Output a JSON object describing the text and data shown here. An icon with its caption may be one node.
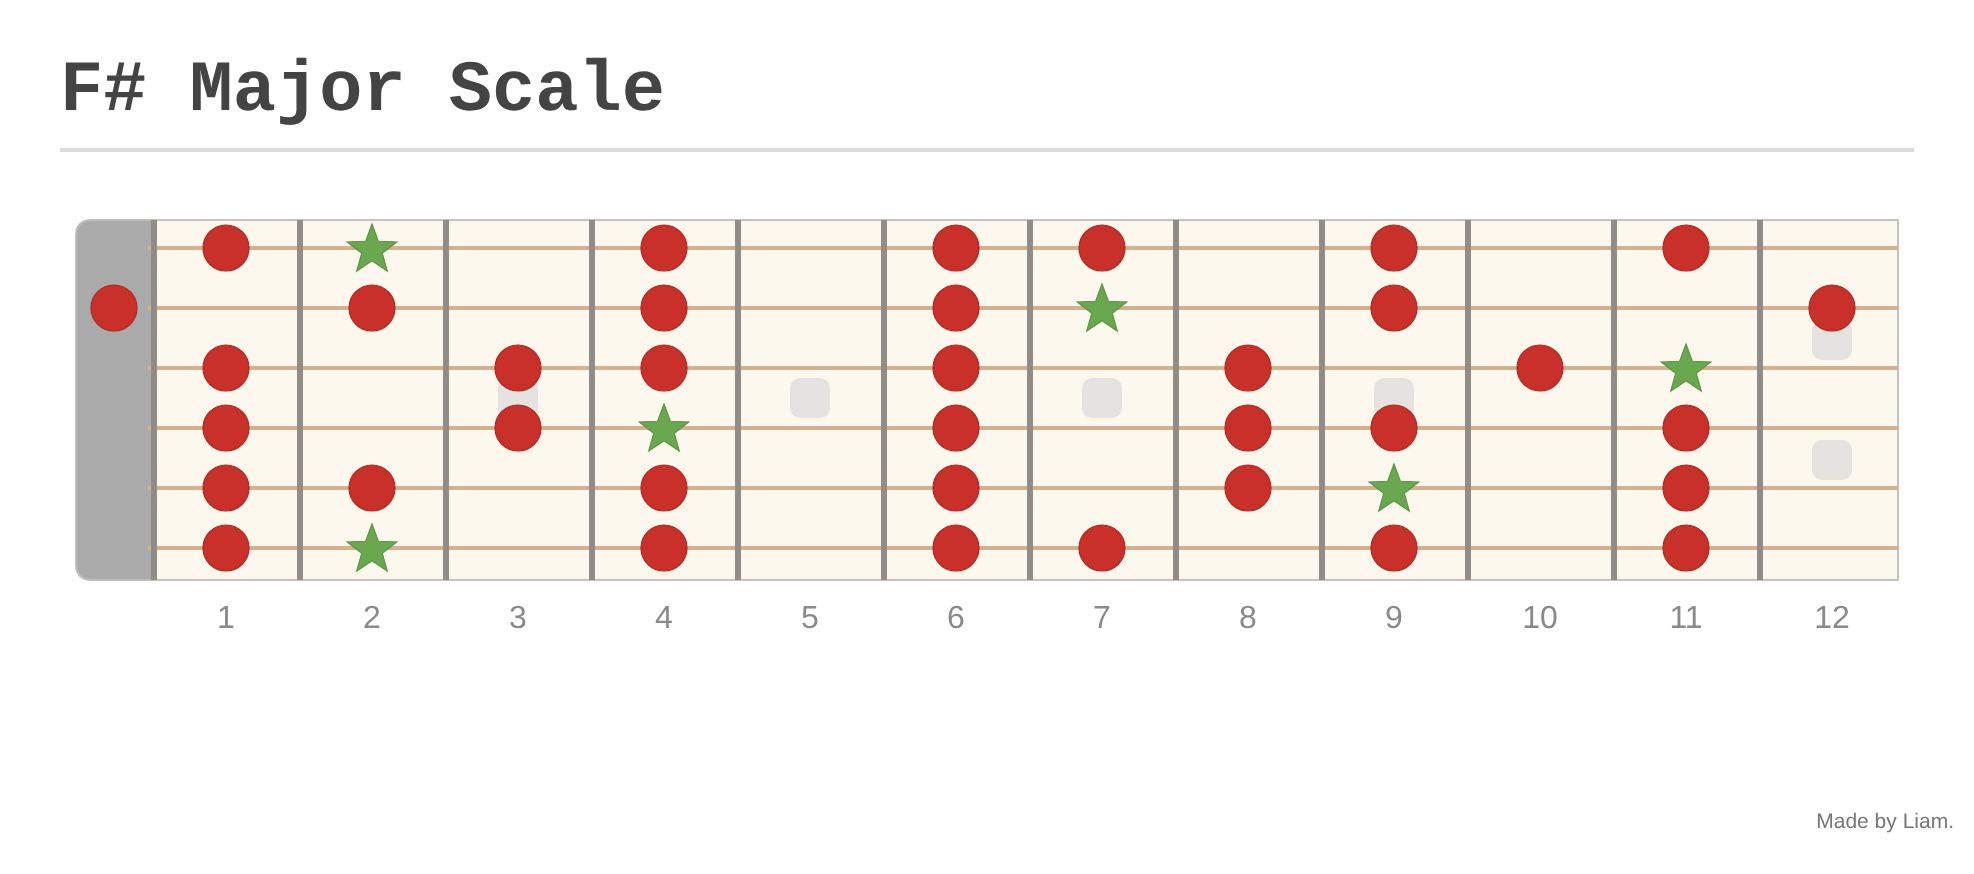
{
  "diagram": {
    "title": "F# Major Scale",
    "labels": [
      "1",
      "2",
      "3",
      "4",
      "5",
      "6",
      "7",
      "8",
      "9",
      "10",
      "11",
      "12",
      "Made by Liam."
    ]
  }
}
